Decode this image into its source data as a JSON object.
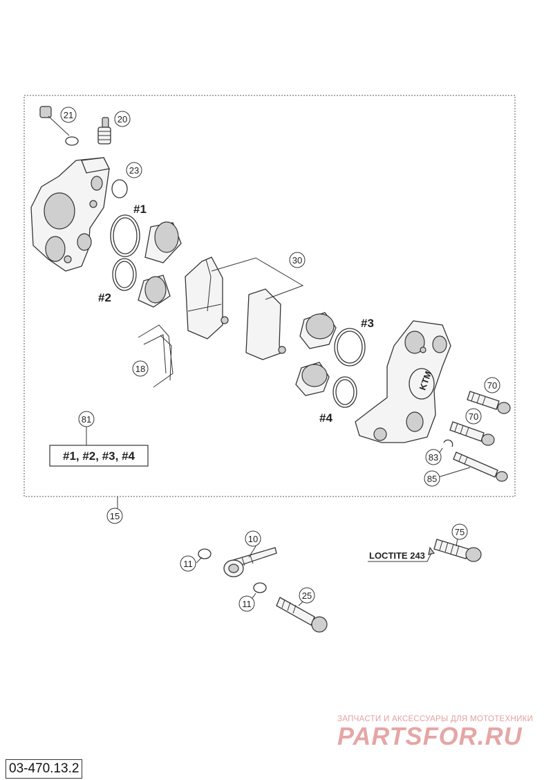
{
  "diagram": {
    "id": "03-470.13.2",
    "callouts": {
      "c21": "21",
      "c20": "20",
      "c23": "23",
      "c30": "30",
      "c18": "18",
      "c81": "81",
      "c70a": "70",
      "c70b": "70",
      "c83": "83",
      "c85": "85",
      "c15": "15",
      "c10": "10",
      "c11a": "11",
      "c11b": "11",
      "c75": "75",
      "c25": "25"
    },
    "tags": {
      "t1": "#1",
      "t2": "#2",
      "t3": "#3",
      "t4": "#4"
    },
    "kit_label": "#1, #2, #3, #4",
    "loctite_label": "LOCTITE 243",
    "caliper_logo": "KTM"
  },
  "watermark": {
    "top_text": "ЗАПЧАСТИ И АКСЕССУАРЫ ДЛЯ МОТОТЕХНИКИ",
    "logo_text": "PARTSFOR.RU"
  }
}
